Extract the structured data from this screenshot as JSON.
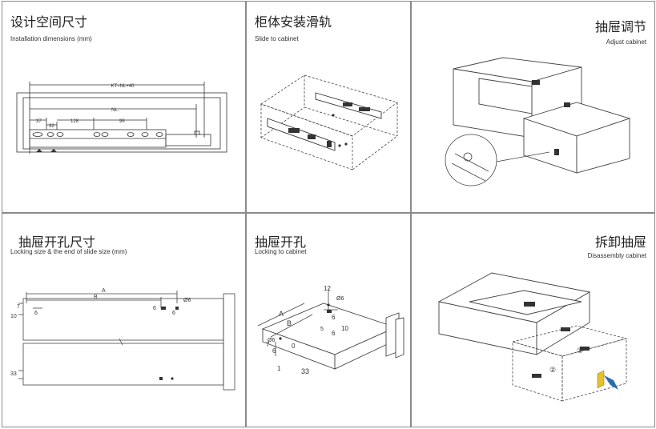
{
  "panels": [
    {
      "title": "设计空间尺寸",
      "subtitle": "Installation dimensions (mm)"
    },
    {
      "title": "柜体安装滑轨",
      "subtitle": "Slide to cabinet"
    },
    {
      "title": "抽屉调节",
      "subtitle": "Adjust cabinet"
    },
    {
      "title": "抽屉开孔尺寸",
      "subtitle": "Locking size & the end of slide size (mm)"
    },
    {
      "title": "抽屉开孔",
      "subtitle": "Locking to cabinet"
    },
    {
      "title": "拆卸抽屉",
      "subtitle": "Disassembly cabinet"
    }
  ],
  "install": {
    "kt": "KT=NL+40",
    "nl": "NL",
    "d37": "37",
    "d32": "32",
    "d128": "128",
    "d96": "96"
  },
  "locking": {
    "a": "A",
    "b": "B",
    "d7": "7",
    "d10": "10",
    "d6a": "6",
    "d6b": "6",
    "d6c": "6",
    "dphi6": "Ø6",
    "d33": "33"
  },
  "lockcab": {
    "a": "A",
    "b": "B",
    "d12": "12",
    "d6a": "6",
    "d5": "5",
    "d10": "10",
    "d6b": "6",
    "d7": "7",
    "d6c": "6",
    "d1": "1",
    "d33": "33",
    "phi6": "Ø6",
    "phi6b": "Ø6",
    "d0": "0"
  },
  "disassembly": {
    "step1": "①",
    "step2": "②"
  },
  "colors": {
    "accent_blue": "#2b6cb0",
    "accent_yellow": "#e6c229"
  }
}
